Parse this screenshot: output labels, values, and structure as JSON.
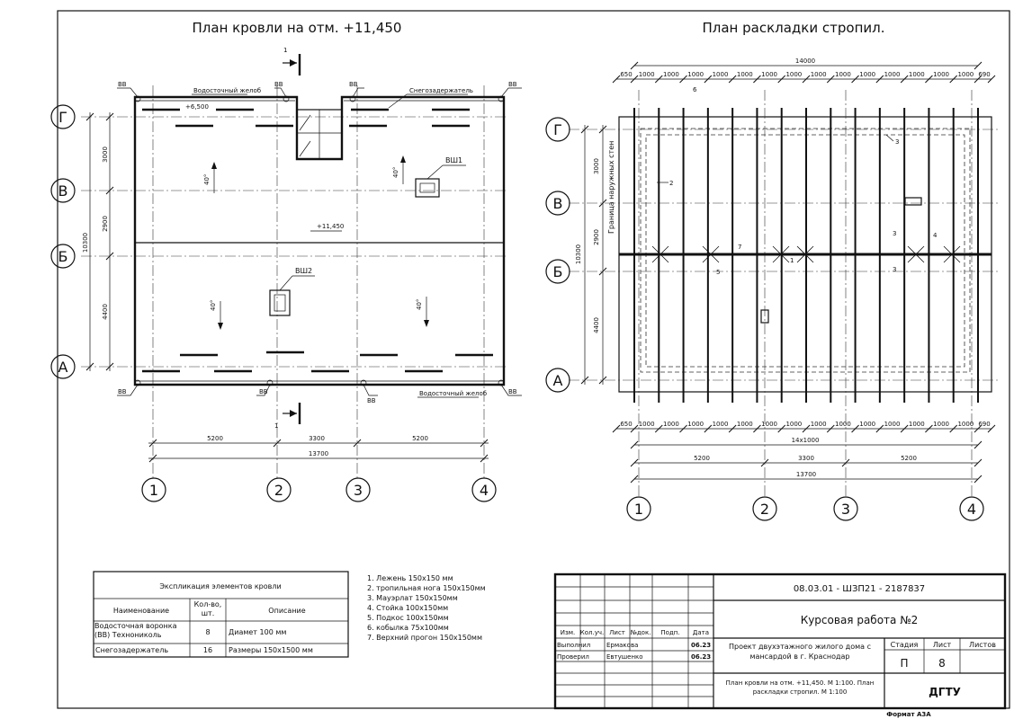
{
  "left_plan": {
    "title": "План кровли на отм. +11,450",
    "section_mark": "1",
    "bb": "ВВ",
    "gutter_top": "Водосточный желоб",
    "gutter_bottom": "Водосточный желоб",
    "snow_guard": "Снегозадержатель",
    "level_eave": "+6,500",
    "level_ridge": "+11,450",
    "vsh1": "ВШ1",
    "vsh2": "ВШ2",
    "slope": "40°",
    "dims_v": [
      "3000",
      "2900",
      "4400"
    ],
    "dim_total_v": "10300",
    "dims_h": [
      "5200",
      "3300",
      "5200"
    ],
    "dim_total_h": "13700"
  },
  "right_plan": {
    "title": "План раскладки стропил.",
    "wall_boundary": "Граница наружных стен",
    "dim_top_total": "14000",
    "dims_spacing": [
      "650",
      "1000",
      "690"
    ],
    "dim_14x": "14х1000",
    "dims_v": [
      "3000",
      "2900",
      "4400"
    ],
    "dim_total_v": "10300",
    "dims_h": [
      "5200",
      "3300",
      "5200"
    ],
    "dim_total_h": "13700",
    "callouts": [
      "1",
      "2",
      "3",
      "4",
      "5",
      "6",
      "7"
    ]
  },
  "axes": {
    "letters": [
      "Г",
      "В",
      "Б",
      "А"
    ],
    "numbers": [
      "1",
      "2",
      "3",
      "4"
    ]
  },
  "spec_table": {
    "title": "Экспликация элементов кровли",
    "headers": [
      "Наименование",
      "Кол-во, шт.",
      "Описание"
    ],
    "rows": [
      [
        "Водосточная воронка (ВВ) Технониколь",
        "8",
        "Диамет 100 мм"
      ],
      [
        "Снегозадержатель",
        "16",
        "Размеры 150х1500 мм"
      ]
    ]
  },
  "elements_list": [
    "1. Лежень 150х150 мм",
    "2. тропильная нога 150х150мм",
    "3. Мауэрлат 150х150мм",
    "4. Стойка 100х150мм",
    "5. Подкос 100х150мм",
    "6. кобылка 75х100мм",
    "7. Верхний прогон 150х150мм"
  ],
  "title_block": {
    "code": "08.03.01 - ШЗП21 - 2187837",
    "work": "Курсовая работа №2",
    "project": "Проект двухэтажного жилого дома с мансардой в г. Краснодар",
    "sheet_name": "План кровли на отм. +11,450. М 1:100. План раскладки стропил. М 1:100",
    "headers": [
      "Изм.",
      "Кол.уч.",
      "Лист",
      "№док.",
      "Подп.",
      "Дата"
    ],
    "roles": [
      {
        "role": "Выполнил",
        "name": "Ермакова",
        "date": "06.23"
      },
      {
        "role": "Проверил",
        "name": "Евтушенко",
        "date": "06.23"
      }
    ],
    "stage_label": "Стадия",
    "sheet_label": "Лист",
    "sheets_label": "Листов",
    "stage": "П",
    "sheet_no": "8",
    "org": "ДГТУ",
    "format": "Формат А3А"
  }
}
